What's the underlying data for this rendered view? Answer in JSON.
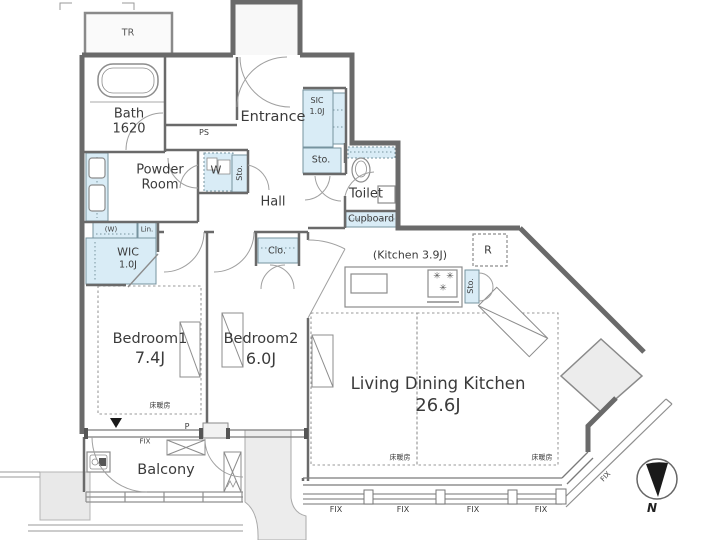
{
  "colors": {
    "storage_fill": "#d9ecf6",
    "storage_stroke": "#76939f",
    "wall": "#6a6a6a",
    "gray_fill": "#ececec",
    "dash": "#9a9a9a"
  },
  "rooms": {
    "tr": "TR",
    "bath_name": "Bath",
    "bath_size": "1620",
    "ps": "PS",
    "entrance": "Entrance",
    "sic_name": "SIC",
    "sic_size": "1.0J",
    "sto": "Sto.",
    "toilet": "Toilet",
    "cupboard": "Cupboard",
    "powder_line1": "Powder",
    "powder_line2": "Room",
    "washer": "W",
    "hall": "Hall",
    "washer_hookup": "(W)",
    "linen": "Lin.",
    "wic_name": "WIC",
    "wic_size": "1.0J",
    "closet": "Clo.",
    "bedroom1_name": "Bedroom1",
    "bedroom1_size": "7.4J",
    "bedroom2_name": "Bedroom2",
    "bedroom2_size": "6.0J",
    "kitchen": "(Kitchen 3.9J)",
    "refrigerator": "R",
    "ldk_name": "Living Dining Kitchen",
    "ldk_size": "26.6J",
    "balcony": "Balcony",
    "floor_heating": "床暖房"
  },
  "markers": {
    "fix": "FIX",
    "pipe_space": "P",
    "north": "N",
    "burner": "✳"
  }
}
